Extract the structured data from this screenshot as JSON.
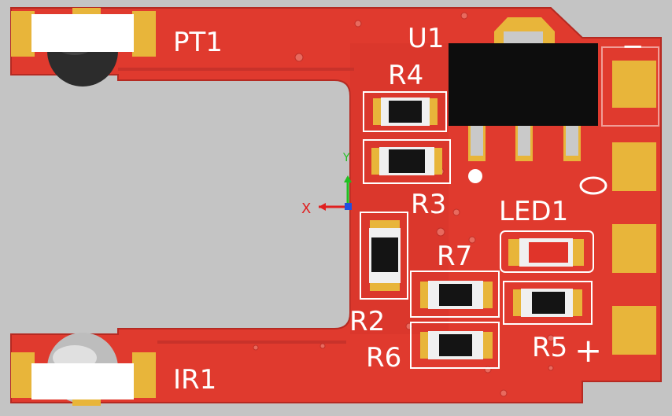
{
  "board": {
    "background": "#c4c4c4",
    "board_color": "#e03a2e",
    "board_shade": "#c8322a",
    "pad_color": "#e8b53a",
    "silk_color": "#ffffff",
    "ic_body_color": "#0d0d0d"
  },
  "labels": {
    "pt1": "PT1",
    "u1": "U1",
    "r4": "R4",
    "r3": "R3",
    "led1": "LED1",
    "r7": "R7",
    "r2": "R2",
    "r6": "R6",
    "r5": "R5",
    "ir1": "IR1",
    "axis_x": "X",
    "axis_y": "Y",
    "plus": "+",
    "minus": "−"
  },
  "components": {
    "pt1": "phototransistor-pt1",
    "ir1": "ir-emitter-ir1",
    "u1": "regulator-u1",
    "led1": "led1",
    "resistors": [
      "R2",
      "R3",
      "R4",
      "R5",
      "R6",
      "R7"
    ],
    "connector_pads": 4
  }
}
